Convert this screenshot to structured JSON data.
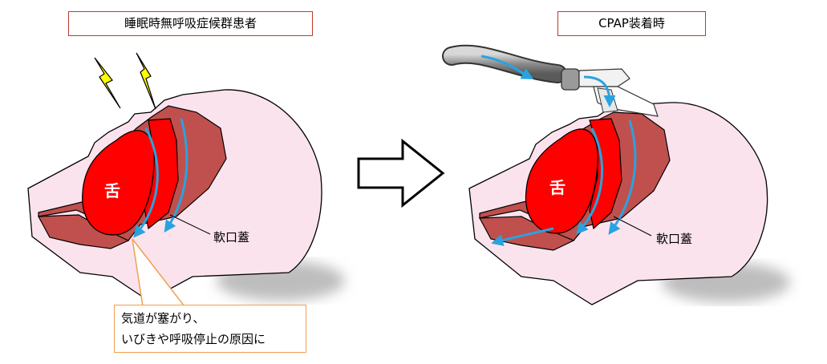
{
  "panels": {
    "left": {
      "title": "睡眠時無呼吸症候群患者",
      "soft_palate_label": "軟口蓋",
      "tongue_label": "舌"
    },
    "right": {
      "title": "CPAP装着時",
      "soft_palate_label": "軟口蓋",
      "tongue_label": "舌"
    }
  },
  "callout": {
    "line1": "気道が塞がり、",
    "line2": "いびきや呼吸停止の原因に"
  },
  "colors": {
    "skin": "#fbe3ee",
    "tissue": "#c0504d",
    "tongue": "#ff0000",
    "airflow": "#29a3e0",
    "label_border": "#c0392b",
    "callout_border": "#f0a050",
    "lightning": "#ffff00"
  },
  "icons": [
    "lightning-bolt-icon",
    "arrow-right-icon",
    "cpap-mask-icon"
  ]
}
